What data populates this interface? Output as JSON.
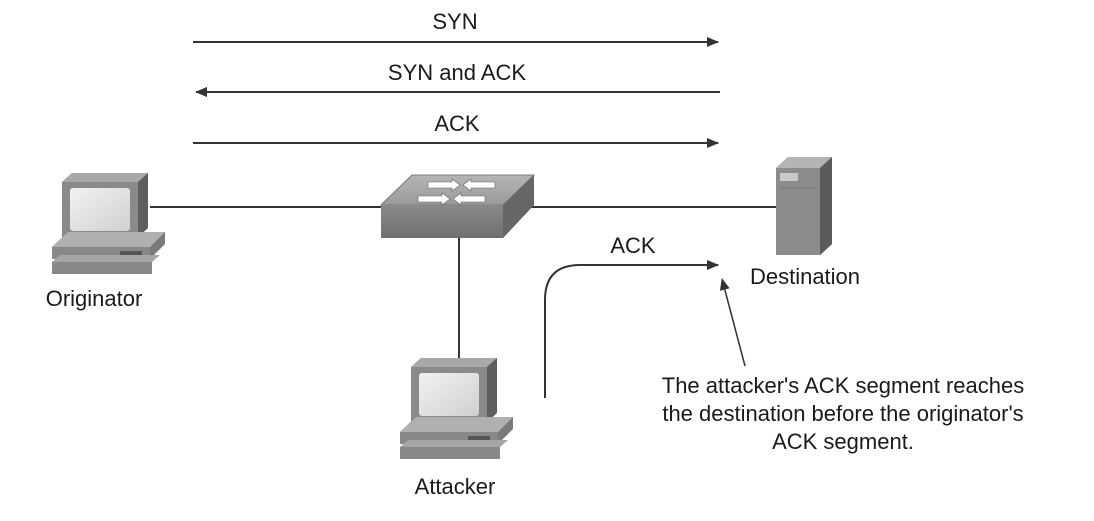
{
  "handshake": {
    "syn_label": "SYN",
    "synack_label": "SYN and ACK",
    "ack_label": "ACK"
  },
  "attack": {
    "ack_label": "ACK"
  },
  "nodes": {
    "originator": "Originator",
    "destination": "Destination",
    "attacker": "Attacker",
    "switch_icon": "network-switch-icon",
    "computer_icon": "desktop-computer-icon",
    "server_icon": "tower-server-icon"
  },
  "annotation": {
    "lines": [
      "The attacker's ACK segment reaches",
      "the destination before the originator's",
      "ACK segment."
    ]
  },
  "colors": {
    "line": "#333333",
    "device_gray": "#8c8c8c",
    "screen": "#e6e6e6"
  }
}
